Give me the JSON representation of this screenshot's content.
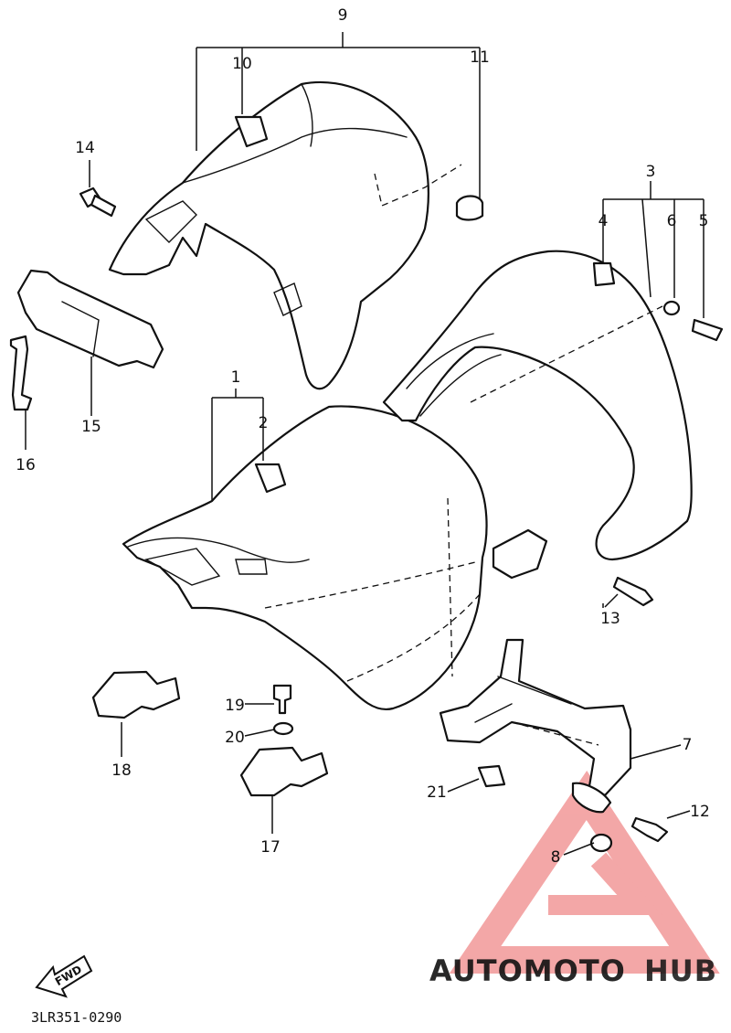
{
  "diagram": {
    "callouts": [
      "1",
      "2",
      "3",
      "4",
      "5",
      "6",
      "7",
      "8",
      "9",
      "10",
      "11",
      "12",
      "13",
      "14",
      "15",
      "16",
      "17",
      "18",
      "19",
      "20",
      "21"
    ],
    "direction_tag": "FWD",
    "drawing_code": "3LR351-0290"
  },
  "watermark": {
    "text_part1": "AUTOMOTO",
    "text_part2": "HUB",
    "color_primary": "#f08a8a",
    "color_secondary": "#f5b56a",
    "color_text_dark": "#555555"
  }
}
